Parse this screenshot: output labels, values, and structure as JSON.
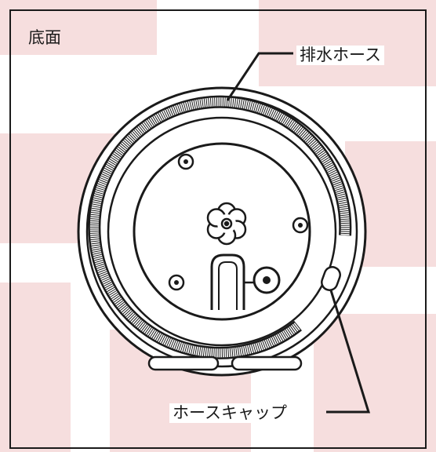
{
  "title": "底面",
  "callouts": {
    "drain_hose": "排水ホース",
    "hose_cap": "ホースキャップ"
  },
  "colors": {
    "line": "#1a1a1a",
    "background_tint": "#f6dede",
    "background_light": "#ffffff"
  }
}
